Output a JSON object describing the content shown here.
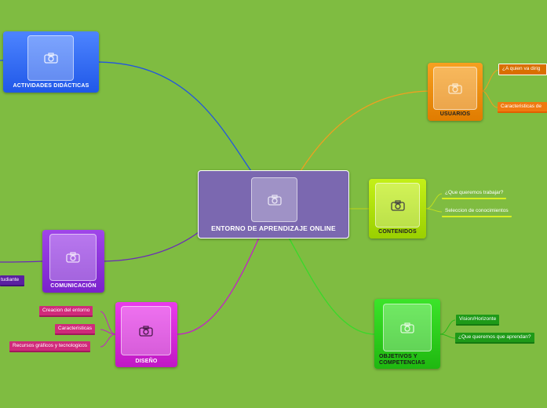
{
  "central": {
    "title": "ENTORNO DE APRENDIZAJE ONLINE",
    "color": "#7b68b0",
    "icon": "camera-icon"
  },
  "branches": {
    "actividades": {
      "title": "ACTIVIDADES DIDÁCTICAS",
      "color": "#2f6cf2"
    },
    "usuarios": {
      "title": "USUARIOS",
      "color": "#f28a0a",
      "leaves": [
        "¿A quien va dirig",
        "Caracteristicas de"
      ]
    },
    "contenidos": {
      "title": "CONTENIDOS",
      "color": "#b6e40a",
      "leaves": [
        "¿Que queremos trabajar?",
        "Seleccion de conocimientos"
      ]
    },
    "objetivos": {
      "title": "OBJETIVOS Y COMPETENCIAS",
      "color": "#28c918",
      "leaves": [
        "Vision/Horizonte",
        "¿Que queremos que aprendan?"
      ]
    },
    "comunicacion": {
      "title": "COMUNICACIÓN",
      "color": "#8b2cd8",
      "leaves": [
        "tudiante"
      ]
    },
    "diseno": {
      "title": "DISEÑO",
      "color": "#d21fd6",
      "leaves": [
        "Creacion del entorno",
        "Caracteristicas",
        "Recursos gráficos y tecnologicos"
      ]
    }
  }
}
